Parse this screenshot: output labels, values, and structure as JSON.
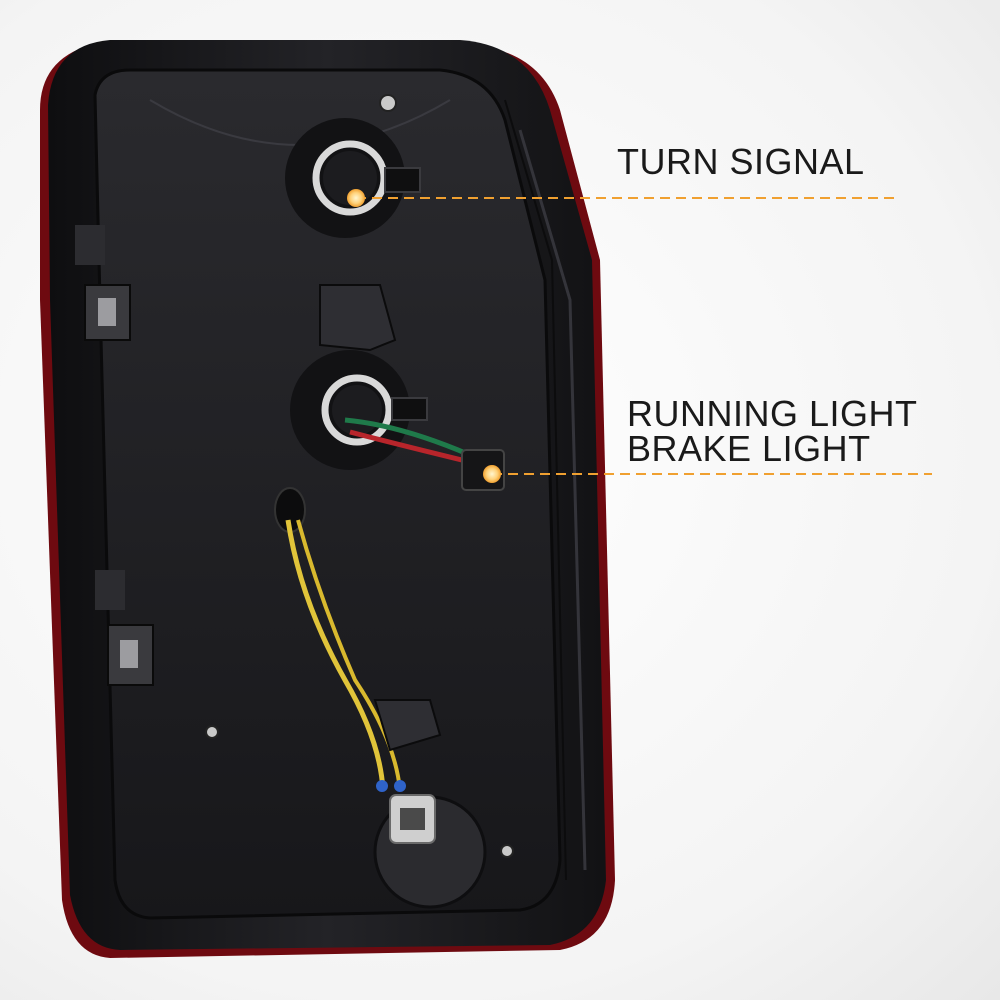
{
  "callouts": {
    "turn_signal": "TURN SIGNAL",
    "running_light": "RUNNING LIGHT",
    "brake_light": "BRAKE LIGHT"
  },
  "colors": {
    "callout_line": "#f0a030",
    "callout_dot": "#ffe08a",
    "housing": "#1b1b1e",
    "lens_edge": "#8a0d14"
  },
  "icons": {
    "callout_marker": "dot"
  }
}
